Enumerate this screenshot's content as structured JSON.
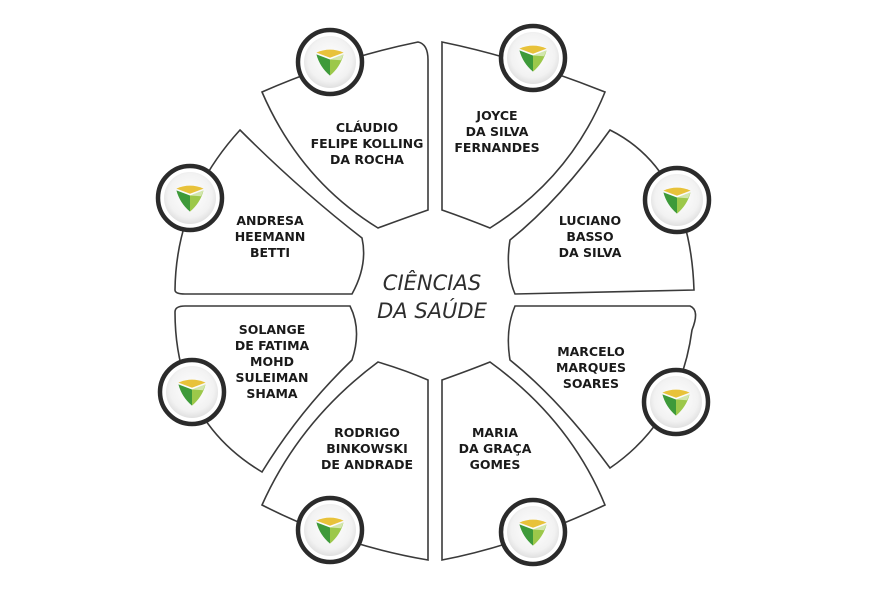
{
  "center": {
    "lines": [
      "CIÊNCIAS",
      "DA SAÚDE"
    ]
  },
  "members": [
    {
      "id": "claudio",
      "lines": [
        "CLÁUDIO",
        "FELIPE KOLLING",
        "DA ROCHA"
      ]
    },
    {
      "id": "joyce",
      "lines": [
        "JOYCE",
        "DA SILVA",
        "FERNANDES"
      ]
    },
    {
      "id": "luciano",
      "lines": [
        "LUCIANO",
        "BASSO",
        "DA SILVA"
      ]
    },
    {
      "id": "marcelo",
      "lines": [
        "MARCELO",
        "MARQUES",
        "SOARES"
      ]
    },
    {
      "id": "maria",
      "lines": [
        "MARIA",
        "DA GRAÇA",
        "GOMES"
      ]
    },
    {
      "id": "rodrigo",
      "lines": [
        "RODRIGO",
        "BINKOWSKI",
        "DE ANDRADE"
      ]
    },
    {
      "id": "solange",
      "lines": [
        "SOLANGE",
        "DE FATIMA",
        "MOHD",
        "SULEIMAN",
        "SHAMA"
      ]
    },
    {
      "id": "andresa",
      "lines": [
        "ANDRESA",
        "HEEMANN",
        "BETTI"
      ]
    }
  ],
  "badge": {
    "icon": "shield-logo-icon",
    "colors": {
      "yellow": "#e8c23a",
      "green": "#3e9a3a",
      "light_green": "#9cc84a",
      "ring": "#2b2b2b"
    }
  }
}
